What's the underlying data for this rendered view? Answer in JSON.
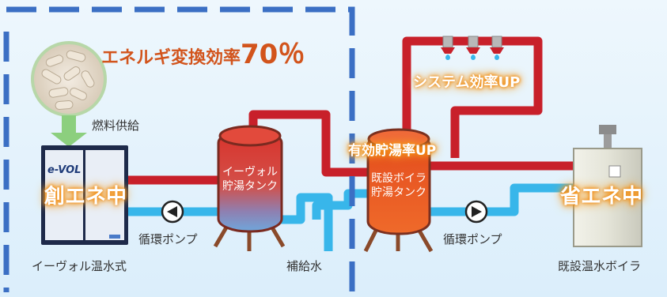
{
  "title": {
    "main": "エネルギ変換効率",
    "value": "70％"
  },
  "labels": {
    "fuel_supply": "燃料供給",
    "evol_heater": "イーヴォル温水式",
    "pump_left": "循環ポンプ",
    "pump_right": "循環ポンプ",
    "makeup_water": "補給水",
    "existing_boiler": "既設温水ボイラ",
    "evol_tank_line1": "イーヴォル",
    "evol_tank_line2": "貯湯タンク",
    "boiler_tank_line1": "既設ボイラ",
    "boiler_tank_line2": "貯湯タンク",
    "logo": "e-VOL"
  },
  "callouts": {
    "create_energy": "創エネ中",
    "save_energy": "省エネ中",
    "system_efficiency": "システム効率UP",
    "storage_efficiency": "有効貯湯率UP"
  },
  "colors": {
    "hot_pipe": "#c8202a",
    "cold_pipe": "#38b6ea",
    "dashed_border": "#3b6fc4",
    "title_orange": "#d2541c",
    "arrow_green": "#8ccf7e"
  }
}
